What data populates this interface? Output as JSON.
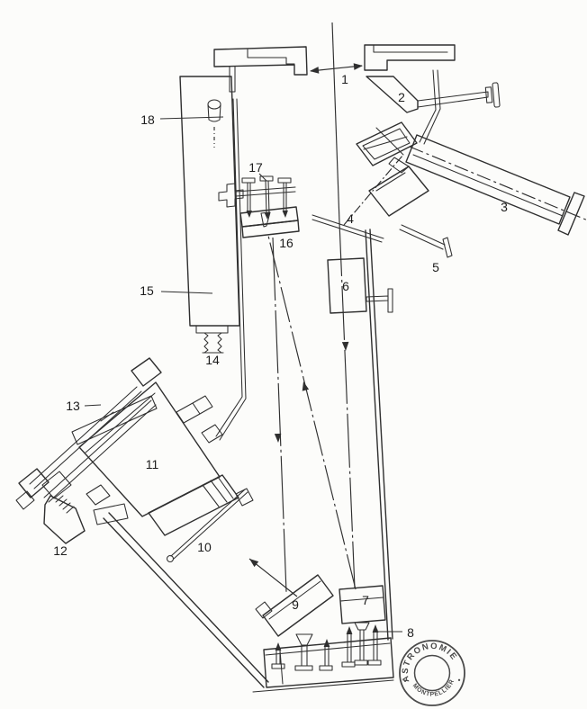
{
  "colors": {
    "ink": "#2f2f2f",
    "paper": "#fcfcfa",
    "stamp": "#4a4a4a",
    "label": "#1c1c1c"
  },
  "part_labels": [
    "1",
    "2",
    "3",
    "4",
    "5",
    "6",
    "7",
    "8",
    "9",
    "10",
    "11",
    "12",
    "13",
    "14",
    "15",
    "16",
    "17",
    "18"
  ],
  "stamp": {
    "top_text": "ASTRONOMIE",
    "bottom_text": "MONTPELLIER",
    "separator_dot": "•"
  }
}
